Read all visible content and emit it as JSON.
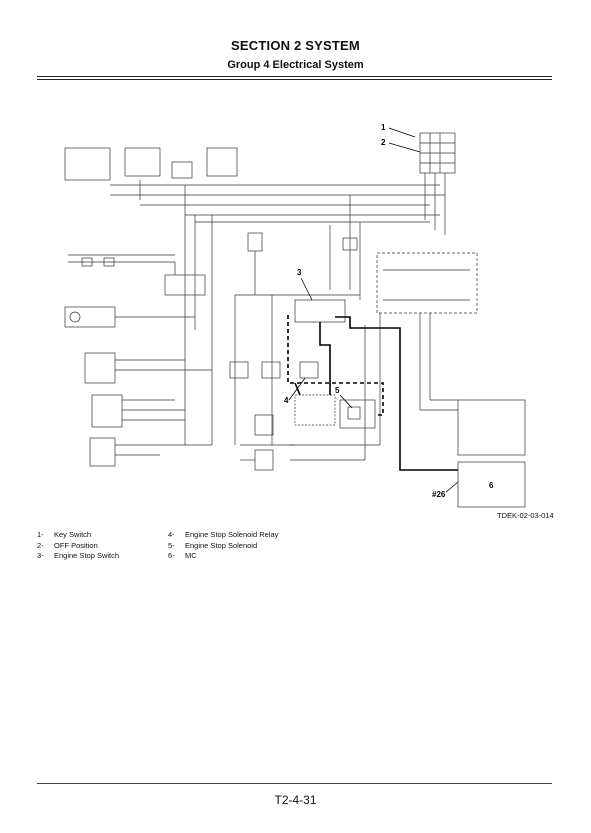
{
  "header": {
    "section_title": "SECTION 2 SYSTEM",
    "group_title": "Group 4 Electrical System"
  },
  "diagram": {
    "callouts": [
      "1",
      "2",
      "3",
      "4",
      "5",
      "6",
      "#26"
    ],
    "figure_code": "TDEK-02-03-014"
  },
  "legend": {
    "left": [
      {
        "num": "1-",
        "label": "Key Switch"
      },
      {
        "num": "2-",
        "label": "OFF Position"
      },
      {
        "num": "3-",
        "label": "Engine Stop Switch"
      }
    ],
    "right": [
      {
        "num": "4-",
        "label": "Engine Stop Solenoid Relay"
      },
      {
        "num": "5-",
        "label": "Engine Stop Solenoid"
      },
      {
        "num": "6-",
        "label": "MC"
      }
    ]
  },
  "footer": {
    "page_number": "T2-4-31"
  }
}
